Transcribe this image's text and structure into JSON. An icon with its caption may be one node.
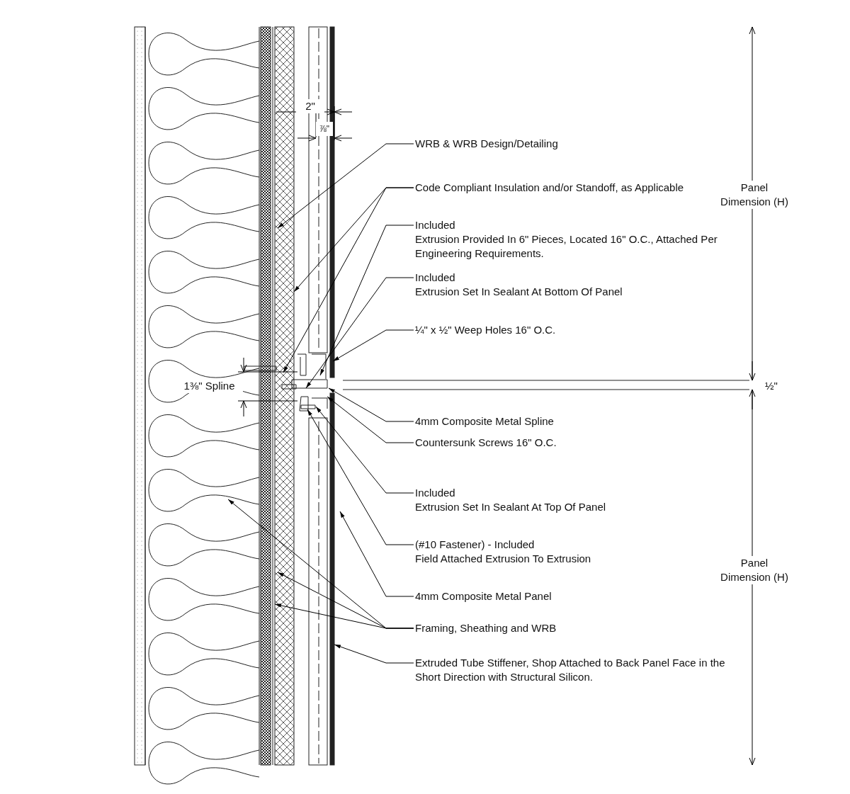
{
  "diagram": {
    "nodes": [
      {
        "text": [
          "WRB & WRB Design/Detailing"
        ]
      },
      {
        "text": [
          "Code Compliant Insulation and/or Standoff, as Applicable"
        ]
      },
      {
        "text": [
          "Included",
          "Extrusion Provided In 6\" Pieces, Located 16\" O.C., Attached Per Engineering Requirements."
        ]
      },
      {
        "text": [
          "Included",
          "Extrusion Set In Sealant At Bottom Of Panel"
        ]
      },
      {
        "text": [
          "¼\" x ½\" Weep Holes 16\" O.C."
        ]
      },
      {
        "text": [
          "4mm Composite Metal Spline"
        ]
      },
      {
        "text": [
          "Countersunk Screws 16\" O.C."
        ]
      },
      {
        "text": [
          "Included",
          "Extrusion Set In Sealant At Top Of Panel"
        ]
      },
      {
        "text": [
          "(#10 Fastener) - Included",
          "Field Attached Extrusion To Extrusion"
        ]
      },
      {
        "text": [
          "4mm Composite Metal Panel"
        ]
      },
      {
        "text": [
          "Framing, Sheathing and WRB"
        ]
      },
      {
        "text": [
          "Extruded Tube Stiffener, Shop Attached to Back Panel Face in the Short Direction with Structural Silicon."
        ]
      }
    ],
    "edges": [
      {
        "from": 0,
        "to": null,
        "arrow": "to"
      },
      {
        "from": 1,
        "to": null,
        "arrow": "to"
      },
      {
        "from": 1,
        "to": null,
        "arrow": "to"
      },
      {
        "from": 2,
        "to": null,
        "arrow": "to"
      },
      {
        "from": 3,
        "to": null,
        "arrow": "to"
      },
      {
        "from": 4,
        "to": null,
        "arrow": "to"
      },
      {
        "from": 5,
        "to": null,
        "arrow": "to"
      },
      {
        "from": 6,
        "to": null,
        "arrow": "to"
      },
      {
        "from": 7,
        "to": null,
        "arrow": "to"
      },
      {
        "from": 8,
        "to": null,
        "arrow": "to"
      },
      {
        "from": 9,
        "to": null,
        "arrow": "to"
      },
      {
        "from": 10,
        "to": null,
        "arrow": "to"
      },
      {
        "from": 10,
        "to": null,
        "arrow": "to"
      },
      {
        "from": 10,
        "to": null,
        "arrow": "to"
      },
      {
        "from": 11,
        "to": null,
        "arrow": "to"
      }
    ],
    "labels": [
      "2\"",
      "⅞\"",
      "Panel Dimension (H)",
      "1⅜\" Spline",
      "½\"",
      "Panel Dimension (H)"
    ]
  }
}
